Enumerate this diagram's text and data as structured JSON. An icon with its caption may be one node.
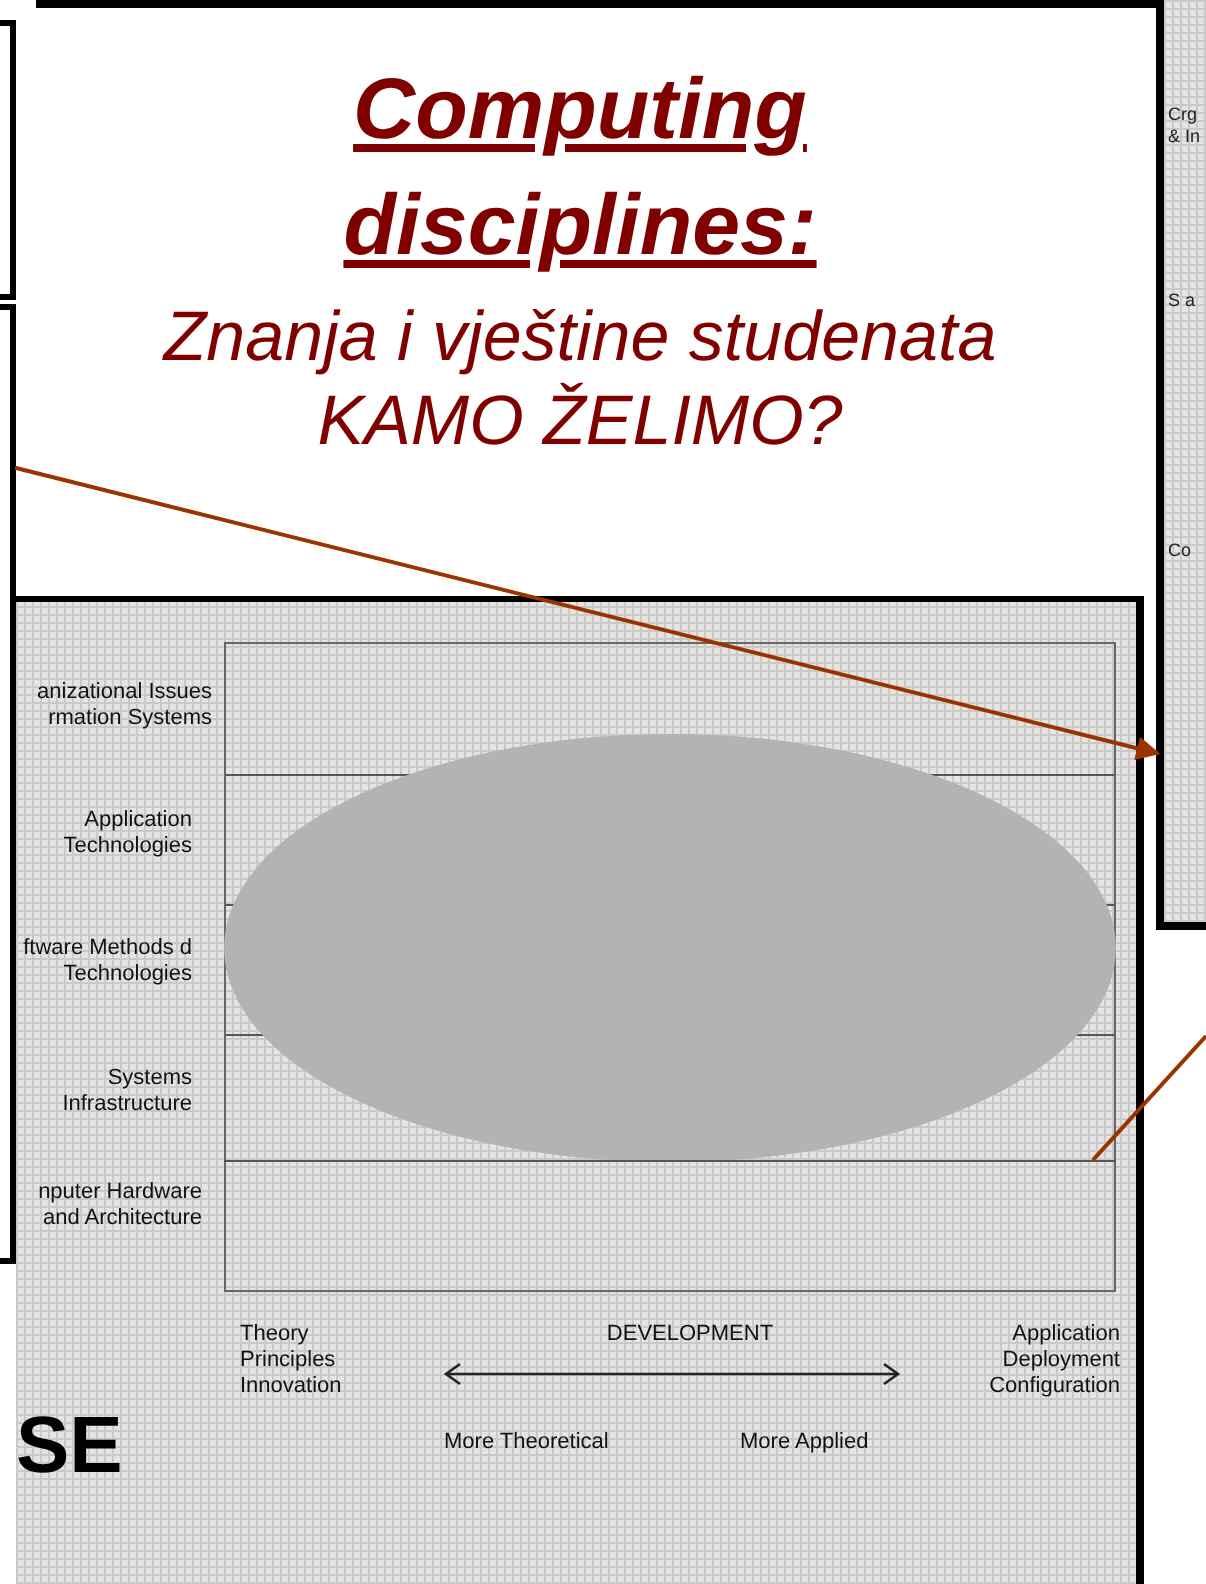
{
  "diagram": {
    "nodes": [
      {
        "text": [
          "Computing disciplines:",
          "Znanja i vještine studenata KAMO ŽELIMO?"
        ]
      },
      {
        "text": [
          "Crg & In",
          "S a",
          "Co"
        ]
      },
      {
        "text": [
          "SE"
        ]
      },
      {
        "text": [],
        "shape": "ellipse",
        "in": 2
      },
      {
        "text": [],
        "shape": "box"
      },
      {
        "text": [],
        "shape": "box",
        "in": 2
      }
    ],
    "edges": [
      {
        "from": 4,
        "to": 1,
        "arrow": "to",
        "color": "#993300"
      },
      {
        "from": 5,
        "to": null,
        "arrow": "none",
        "color": "#993300"
      }
    ],
    "labels": [
      "anizational Issues rmation Systems",
      "Application Technologies",
      "ftware Methods d Technologies",
      "Systems Infrastructure",
      "nputer Hardware and Architecture",
      "Theory Principles Innovation",
      "DEVELOPMENT",
      "Application Deployment Configuration",
      "More Theoretical",
      "More Applied"
    ]
  }
}
